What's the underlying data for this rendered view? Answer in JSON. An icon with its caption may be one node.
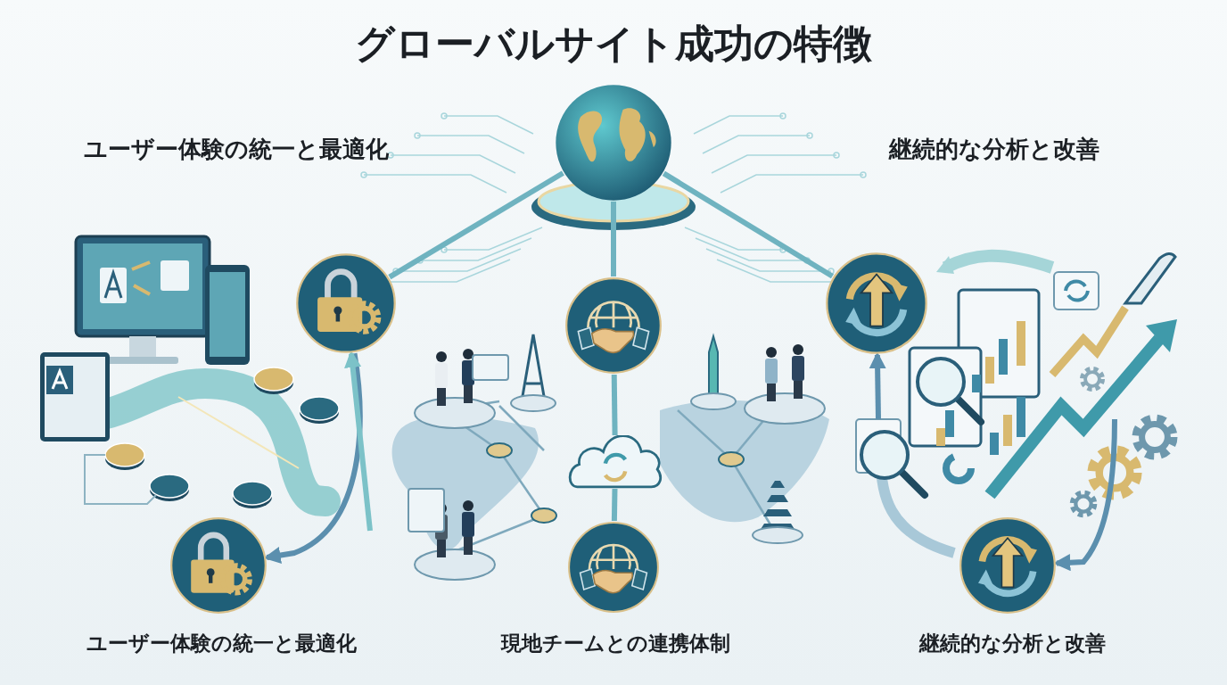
{
  "diagram": {
    "title": "グローバルサイト成功の特徴",
    "nodes": [
      {
        "text": [],
        "shape": "picture"
      },
      {
        "text": [],
        "shape": "circle"
      },
      {
        "text": [],
        "shape": "circle"
      },
      {
        "text": [],
        "shape": "circle",
        "beside": [
          "継続的な分析と改善"
        ]
      },
      {
        "text": [],
        "shape": "circle",
        "beside": [
          "ユーザー体験の統一と最適化"
        ]
      },
      {
        "text": [],
        "shape": "circle",
        "beside": [
          "現地チームとの連携体制"
        ]
      },
      {
        "text": [],
        "shape": "circle",
        "beside": [
          "継続的な分析と改善"
        ]
      },
      {
        "text": [],
        "shape": "cloud"
      }
    ],
    "edges": [
      {
        "from": 0,
        "to": 1,
        "arrow": "none"
      },
      {
        "from": 0,
        "to": 2,
        "arrow": "none"
      },
      {
        "from": 0,
        "to": 3,
        "arrow": "none"
      },
      {
        "from": 2,
        "to": 7,
        "arrow": "none"
      },
      {
        "from": 7,
        "to": 5,
        "arrow": "none"
      },
      {
        "from": 1,
        "to": 4,
        "arrow": "to",
        "color": "#5b8fae"
      },
      {
        "from": null,
        "to": 1,
        "arrow": "to",
        "color": "#7cc2c8"
      },
      {
        "from": null,
        "to": 3,
        "arrow": "to",
        "color": "#5b8fae"
      },
      {
        "from": null,
        "to": 6,
        "arrow": "to",
        "color": "#5b8fae"
      }
    ],
    "labels": [
      "ユーザー体験の統一と最適化"
    ]
  }
}
